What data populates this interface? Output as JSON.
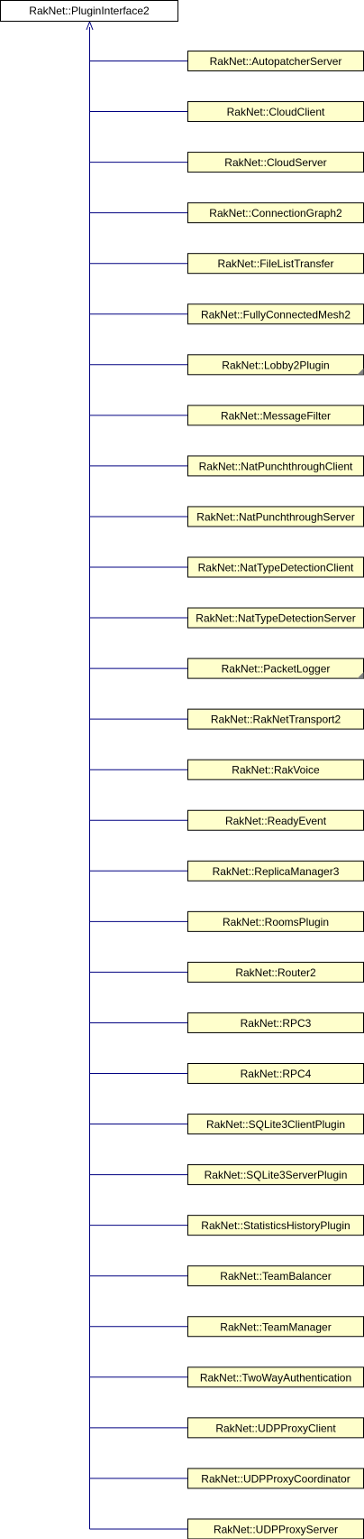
{
  "colors": {
    "base_fill": "#ffffff",
    "child_fill": "#ffffcc",
    "box_border": "#000000",
    "edge": "#000080",
    "background": "#ffffff"
  },
  "base_class": {
    "label": "RakNet::PluginInterface2"
  },
  "derived_classes": [
    {
      "label": "RakNet::AutopatcherServer",
      "has_more": false
    },
    {
      "label": "RakNet::CloudClient",
      "has_more": false
    },
    {
      "label": "RakNet::CloudServer",
      "has_more": false
    },
    {
      "label": "RakNet::ConnectionGraph2",
      "has_more": false
    },
    {
      "label": "RakNet::FileListTransfer",
      "has_more": false
    },
    {
      "label": "RakNet::FullyConnectedMesh2",
      "has_more": false
    },
    {
      "label": "RakNet::Lobby2Plugin",
      "has_more": true
    },
    {
      "label": "RakNet::MessageFilter",
      "has_more": false
    },
    {
      "label": "RakNet::NatPunchthroughClient",
      "has_more": false
    },
    {
      "label": "RakNet::NatPunchthroughServer",
      "has_more": false
    },
    {
      "label": "RakNet::NatTypeDetectionClient",
      "has_more": false
    },
    {
      "label": "RakNet::NatTypeDetectionServer",
      "has_more": false
    },
    {
      "label": "RakNet::PacketLogger",
      "has_more": true
    },
    {
      "label": "RakNet::RakNetTransport2",
      "has_more": false
    },
    {
      "label": "RakNet::RakVoice",
      "has_more": false
    },
    {
      "label": "RakNet::ReadyEvent",
      "has_more": false
    },
    {
      "label": "RakNet::ReplicaManager3",
      "has_more": false
    },
    {
      "label": "RakNet::RoomsPlugin",
      "has_more": false
    },
    {
      "label": "RakNet::Router2",
      "has_more": false
    },
    {
      "label": "RakNet::RPC3",
      "has_more": false
    },
    {
      "label": "RakNet::RPC4",
      "has_more": false
    },
    {
      "label": "RakNet::SQLite3ClientPlugin",
      "has_more": false
    },
    {
      "label": "RakNet::SQLite3ServerPlugin",
      "has_more": false
    },
    {
      "label": "RakNet::StatisticsHistoryPlugin",
      "has_more": false
    },
    {
      "label": "RakNet::TeamBalancer",
      "has_more": false
    },
    {
      "label": "RakNet::TeamManager",
      "has_more": false
    },
    {
      "label": "RakNet::TwoWayAuthentication",
      "has_more": false
    },
    {
      "label": "RakNet::UDPProxyClient",
      "has_more": false
    },
    {
      "label": "RakNet::UDPProxyCoordinator",
      "has_more": false
    },
    {
      "label": "RakNet::UDPProxyServer",
      "has_more": false
    }
  ]
}
